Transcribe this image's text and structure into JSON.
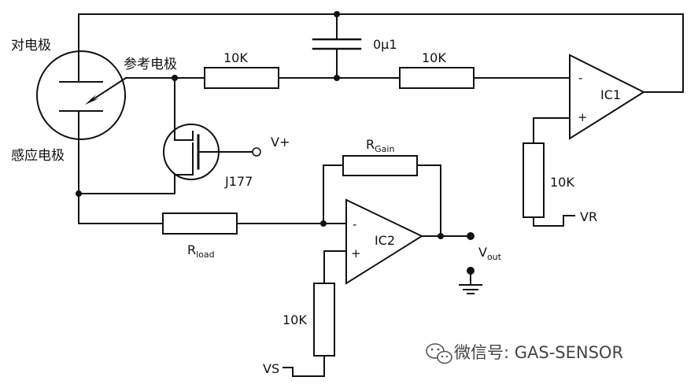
{
  "labels": {
    "counter_electrode": "对电极",
    "reference_electrode": "参考电极",
    "sensing_electrode": "感应电极",
    "r_top_left": "10K",
    "capacitor": "0μ1",
    "r_top_right": "10K",
    "ic1": "IC1",
    "vplus": "V+",
    "jfet": "J177",
    "r_gain_main": "R",
    "r_gain_sub": "Gain",
    "r_load_main": "R",
    "r_load_sub": "load",
    "ic2": "IC2",
    "vout_main": "V",
    "vout_sub": "out",
    "r_vr": "10K",
    "vr": "VR",
    "r_vs": "10K",
    "vs": "VS",
    "minus": "-",
    "plus": "+"
  },
  "watermark": {
    "text": "微信号: GAS-SENSOR",
    "icon": "wechat-icon"
  }
}
